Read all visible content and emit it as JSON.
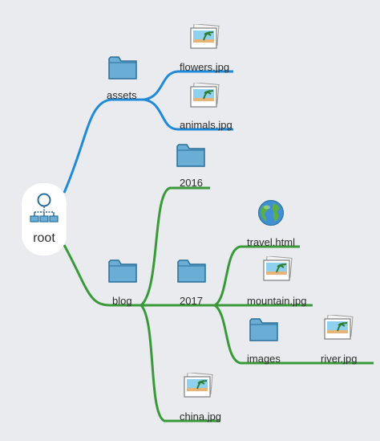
{
  "root": {
    "label": "root",
    "icon": "hierarchy-icon"
  },
  "branches": [
    {
      "label": "assets",
      "icon": "folder-icon",
      "color": "#1f8ad8",
      "children": [
        {
          "label": "flowers.jpg",
          "icon": "image-file-icon"
        },
        {
          "label": "animals.jpg",
          "icon": "image-file-icon"
        }
      ]
    },
    {
      "label": "blog",
      "icon": "folder-icon",
      "color": "#3a9a3a",
      "children": [
        {
          "label": "2016",
          "icon": "folder-icon"
        },
        {
          "label": "2017",
          "icon": "folder-icon",
          "children": [
            {
              "label": "travel.html",
              "icon": "globe-icon"
            },
            {
              "label": "mountain.jpg",
              "icon": "image-file-icon"
            },
            {
              "label": "images",
              "icon": "folder-icon",
              "children": [
                {
                  "label": "river.jpg",
                  "icon": "image-file-icon"
                }
              ]
            }
          ]
        },
        {
          "label": "china.jpg",
          "icon": "image-file-icon"
        }
      ]
    }
  ],
  "colors": {
    "background": "#e9ebee",
    "folder": "#6aaed6",
    "folder_outline": "#2a6f99"
  }
}
